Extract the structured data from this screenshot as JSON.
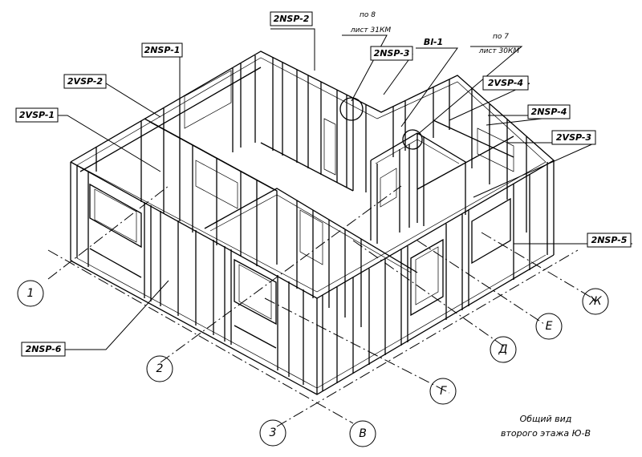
{
  "drawing": {
    "caption_line1": "Общий вид",
    "caption_line2": "второго этажа Ю-В"
  },
  "panel_tags": {
    "t_2nsp2": "2NSP-2",
    "t_2nsp1": "2NSP-1",
    "t_2vsp2": "2VSP-2",
    "t_2vsp1": "2VSP-1",
    "t_2nsp3": "2NSP-3",
    "t_bl1": "Bl-1",
    "t_2vsp4": "2VSP-4",
    "t_2nsp4": "2NSP-4",
    "t_2vsp3": "2VSP-3",
    "t_2nsp5": "2NSP-5",
    "t_2nsp6": "2NSP-6"
  },
  "references": {
    "r8_top": "по 8",
    "r8_bot": "лист 31КМ",
    "r7_top": "по 7",
    "r7_bot": "лист 30КМ"
  },
  "axes": {
    "a1": "1",
    "a2": "2",
    "a3": "3",
    "aV": "В",
    "aG": "Г",
    "aD": "Д",
    "aE": "Е",
    "aZh": "Ж"
  }
}
